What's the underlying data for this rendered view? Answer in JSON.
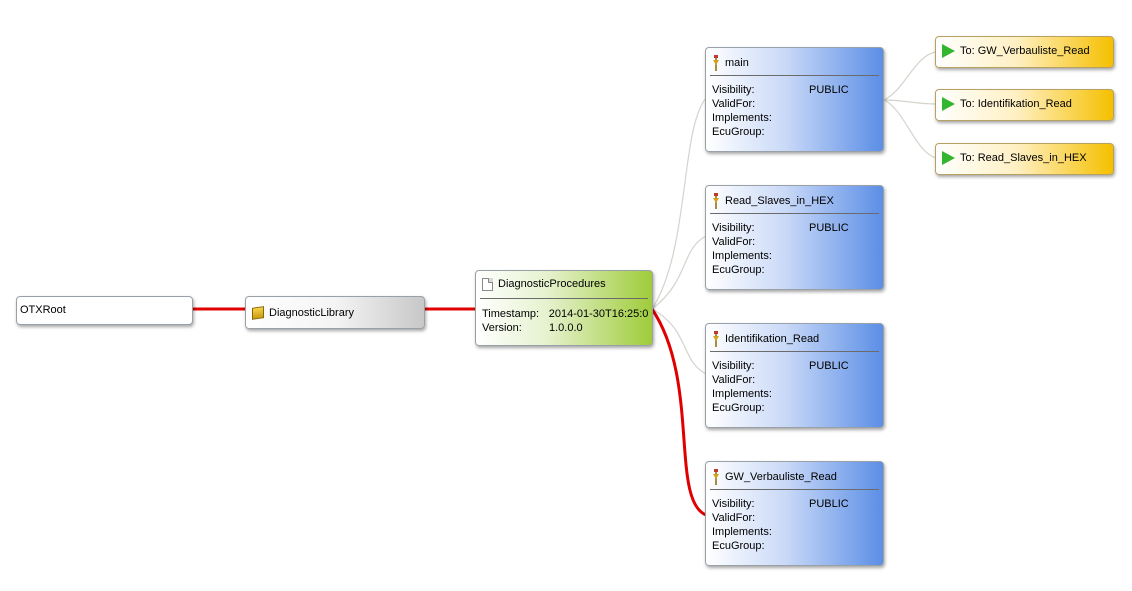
{
  "nodes": {
    "root": {
      "label": "OTXRoot",
      "icon": "none"
    },
    "library": {
      "label": "DiagnosticLibrary",
      "icon": "library-icon"
    },
    "procedures": {
      "label": "DiagnosticProcedures",
      "icon": "document-icon",
      "timestamp_label": "Timestamp:",
      "timestamp_value": "2014-01-30T16:25:0",
      "version_label": "Version:",
      "version_value": "1.0.0.0"
    },
    "procedure_labels": {
      "visibility": "Visibility:",
      "validfor": "ValidFor:",
      "implements": "Implements:",
      "ecugroup": "EcuGroup:"
    },
    "procedures_list": [
      {
        "name": "main",
        "visibility": "PUBLIC"
      },
      {
        "name": "Read_Slaves_in_HEX",
        "visibility": "PUBLIC"
      },
      {
        "name": "Identifikation_Read",
        "visibility": "PUBLIC"
      },
      {
        "name": "GW_Verbauliste_Read",
        "visibility": "PUBLIC"
      }
    ],
    "calls": [
      {
        "label": "To: GW_Verbauliste_Read"
      },
      {
        "label": "To: Identifikation_Read"
      },
      {
        "label": "To: Read_Slaves_in_HEX"
      }
    ]
  },
  "colors": {
    "highlight_edge": "#e00000",
    "normal_edge": "#d4d4cc",
    "library_fill": "#c8c8c8",
    "procedures_fill": "#9fcc3b",
    "procedure_fill": "#5b8ee6",
    "call_fill": "#f5c000",
    "call_icon": "#33b52f"
  }
}
